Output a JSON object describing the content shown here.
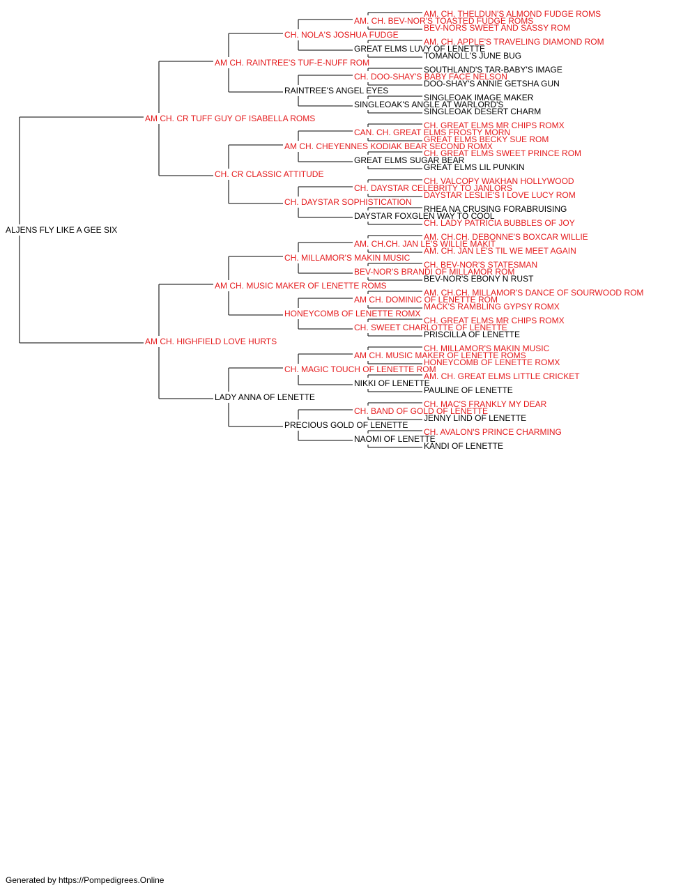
{
  "colors": {
    "champion": "#e41a1c",
    "normal": "#000000",
    "connector": "#333333"
  },
  "pedigree": {
    "name": "ALJENS FLY LIKE A GEE SIX",
    "champion": false,
    "sire": {
      "name": "AM CH. CR TUFF GUY OF ISABELLA ROMS",
      "champion": true,
      "sire": {
        "name": "AM CH. RAINTREE'S TUF-E-NUFF ROM",
        "champion": true,
        "sire": {
          "name": "CH. NOLA'S JOSHUA FUDGE",
          "champion": true,
          "sire": {
            "name": "AM. CH. BEV-NOR'S TOASTED FUDGE ROMS",
            "champion": true,
            "sire": {
              "name": "AM. CH. THELDUN'S ALMOND FUDGE ROMS",
              "champion": true
            },
            "dam": {
              "name": "BEV-NORS SWEET AND SASSY ROM",
              "champion": true
            }
          },
          "dam": {
            "name": "GREAT ELMS LUVY OF LENETTE",
            "champion": false,
            "sire": {
              "name": "AM. CH. APPLE'S TRAVELING DIAMOND ROM",
              "champion": true
            },
            "dam": {
              "name": "TOMANOLL'S JUNE BUG",
              "champion": false
            }
          }
        },
        "dam": {
          "name": "RAINTREE'S ANGEL EYES",
          "champion": false,
          "sire": {
            "name": "CH. DOO-SHAY'S BABY FACE NELSON",
            "champion": true,
            "sire": {
              "name": "SOUTHLAND'S TAR-BABY'S IMAGE",
              "champion": false
            },
            "dam": {
              "name": "DOO-SHAY'S ANNIE GETSHA GUN",
              "champion": false
            }
          },
          "dam": {
            "name": "SINGLEOAK'S ANGLE AT WARLORD'S",
            "champion": false,
            "sire": {
              "name": "SINGLEOAK IMAGE MAKER",
              "champion": false
            },
            "dam": {
              "name": "SINGLEOAK DESERT CHARM",
              "champion": false
            }
          }
        }
      },
      "dam": {
        "name": "CH. CR CLASSIC ATTITUDE",
        "champion": true,
        "sire": {
          "name": "AM CH. CHEYENNES KODIAK BEAR SECOND ROMX",
          "champion": true,
          "sire": {
            "name": "CAN. CH. GREAT ELMS FROSTY MORN",
            "champion": true,
            "sire": {
              "name": "CH. GREAT ELMS MR CHIPS ROMX",
              "champion": true
            },
            "dam": {
              "name": "GREAT ELMS BECKY SUE ROM",
              "champion": true
            }
          },
          "dam": {
            "name": "GREAT ELMS SUGAR BEAR",
            "champion": false,
            "sire": {
              "name": "CH. GREAT ELMS SWEET PRINCE ROM",
              "champion": true
            },
            "dam": {
              "name": "GREAT ELMS LIL PUNKIN",
              "champion": false
            }
          }
        },
        "dam": {
          "name": "CH. DAYSTAR SOPHISTICATION",
          "champion": true,
          "sire": {
            "name": "CH. DAYSTAR CELEBRITY TO JANLORS",
            "champion": true,
            "sire": {
              "name": "CH. VALCOPY WAKHAN HOLLYWOOD",
              "champion": true
            },
            "dam": {
              "name": "DAYSTAR LESLIE'S I LOVE LUCY ROM",
              "champion": true
            }
          },
          "dam": {
            "name": "DAYSTAR FOXGLEN WAY TO COOL",
            "champion": false,
            "sire": {
              "name": "RHEA NA CRUSING FORABRUISING",
              "champion": false
            },
            "dam": {
              "name": "CH. LADY PATRICIA BUBBLES OF JOY",
              "champion": true
            }
          }
        }
      }
    },
    "dam": {
      "name": "AM CH. HIGHFIELD LOVE HURTS",
      "champion": true,
      "sire": {
        "name": "AM CH. MUSIC MAKER OF LENETTE ROMS",
        "champion": true,
        "sire": {
          "name": "CH. MILLAMOR'S MAKIN MUSIC",
          "champion": true,
          "sire": {
            "name": "AM. CH.CH. JAN LE'S WILLIE MAKIT",
            "champion": true,
            "sire": {
              "name": "AM. CH.CH. DEBONNE'S BOXCAR WILLIE",
              "champion": true
            },
            "dam": {
              "name": "AM. CH. JAN LE'S TIL WE MEET AGAIN",
              "champion": true
            }
          },
          "dam": {
            "name": "BEV-NOR'S BRANDI OF MILLAMOR ROM",
            "champion": true,
            "sire": {
              "name": "CH. BEV-NOR'S STATESMAN",
              "champion": true
            },
            "dam": {
              "name": "BEV-NOR'S EBONY N RUST",
              "champion": false
            }
          }
        },
        "dam": {
          "name": "HONEYCOMB OF LENETTE ROMX",
          "champion": true,
          "sire": {
            "name": "AM CH. DOMINIC OF LENETTE ROM",
            "champion": true,
            "sire": {
              "name": "AM. CH.CH. MILLAMOR'S DANCE OF SOURWOOD ROM",
              "champion": true
            },
            "dam": {
              "name": "MACK'S RAMBLING GYPSY ROMX",
              "champion": true
            }
          },
          "dam": {
            "name": "CH. SWEET CHARLOTTE OF LENETTE",
            "champion": true,
            "sire": {
              "name": "CH. GREAT ELMS MR CHIPS ROMX",
              "champion": true
            },
            "dam": {
              "name": "PRISCILLA OF LENETTE",
              "champion": false
            }
          }
        }
      },
      "dam": {
        "name": "LADY ANNA OF LENETTE",
        "champion": false,
        "sire": {
          "name": "CH. MAGIC TOUCH OF LENETTE ROM",
          "champion": true,
          "sire": {
            "name": "AM CH. MUSIC MAKER OF LENETTE ROMS",
            "champion": true,
            "sire": {
              "name": "CH. MILLAMOR'S MAKIN MUSIC",
              "champion": true
            },
            "dam": {
              "name": "HONEYCOMB OF LENETTE ROMX",
              "champion": true
            }
          },
          "dam": {
            "name": "NIKKI OF LENETTE",
            "champion": false,
            "sire": {
              "name": "AM. CH. GREAT ELMS LITTLE CRICKET",
              "champion": true
            },
            "dam": {
              "name": "PAULINE OF LENETTE",
              "champion": false
            }
          }
        },
        "dam": {
          "name": "PRECIOUS GOLD OF LENETTE",
          "champion": false,
          "sire": {
            "name": "CH. BAND OF GOLD OF LENETTE",
            "champion": true,
            "sire": {
              "name": "CH. MAC'S FRANKLY MY DEAR",
              "champion": true
            },
            "dam": {
              "name": "JENNY LIND OF LENETTE",
              "champion": false
            }
          },
          "dam": {
            "name": "NAOMI OF LENETTE",
            "champion": false,
            "sire": {
              "name": "CH. AVALON'S PRINCE CHARMING",
              "champion": true
            },
            "dam": {
              "name": "KANDI OF LENETTE",
              "champion": false
            }
          }
        }
      }
    }
  },
  "footer": {
    "text": "Generated by https://Pompedigrees.Online"
  }
}
